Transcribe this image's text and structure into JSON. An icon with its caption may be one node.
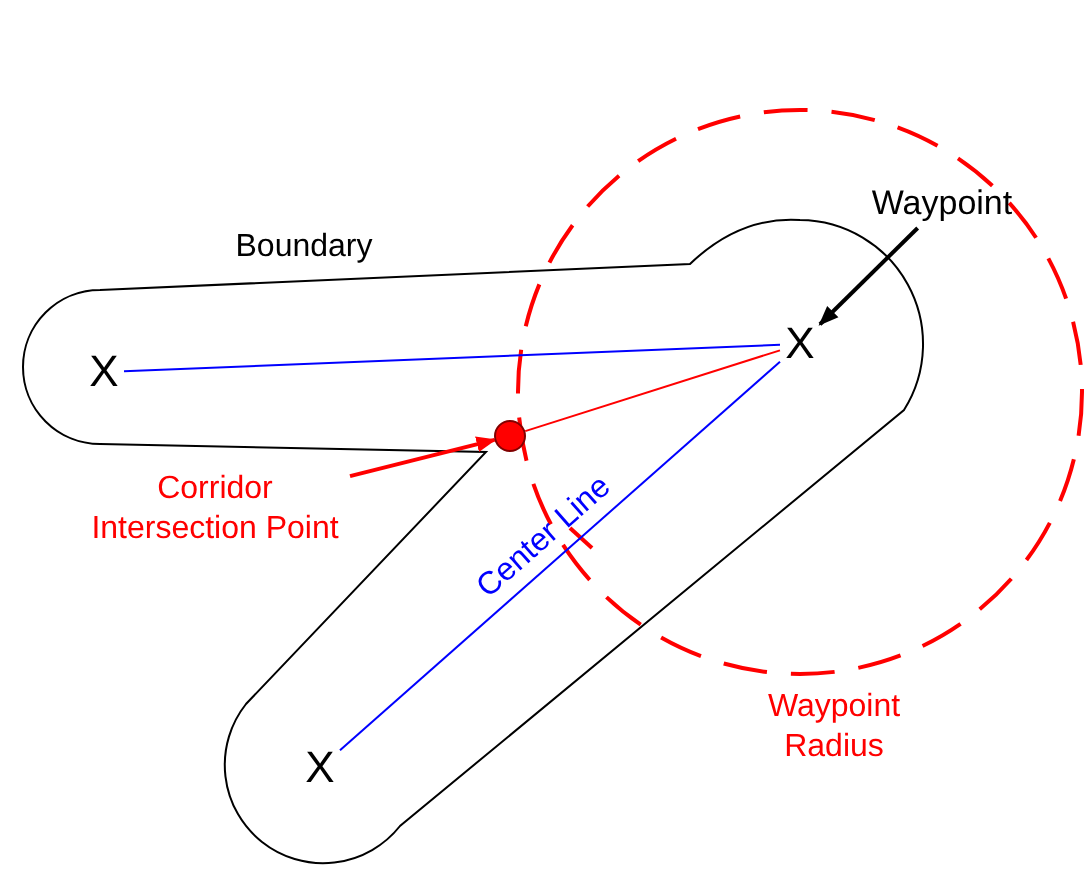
{
  "diagram": {
    "nodes": [
      {
        "text": [
          "Waypoint"
        ]
      },
      {
        "text": [
          "X"
        ]
      },
      {
        "text": [
          "X"
        ]
      },
      {
        "text": [
          "X"
        ]
      },
      {
        "text": [
          "Corridor Intersection Point"
        ]
      },
      {
        "text": [],
        "shape": "circle"
      }
    ],
    "edges": [
      {
        "from": 0,
        "to": 1,
        "arrow": "to",
        "color": "#000000"
      },
      {
        "from": 2,
        "to": 1,
        "arrow": "none",
        "color": "#0000ff"
      },
      {
        "from": 3,
        "to": 1,
        "arrow": "none",
        "label": "Center Line",
        "color": "#0000ff"
      },
      {
        "from": 4,
        "to": 5,
        "arrow": "to",
        "color": "#ff0000"
      },
      {
        "from": 5,
        "to": 1,
        "arrow": "none",
        "color": "#ff0000"
      }
    ],
    "labels": [
      "Boundary",
      "Waypoint Radius"
    ]
  }
}
